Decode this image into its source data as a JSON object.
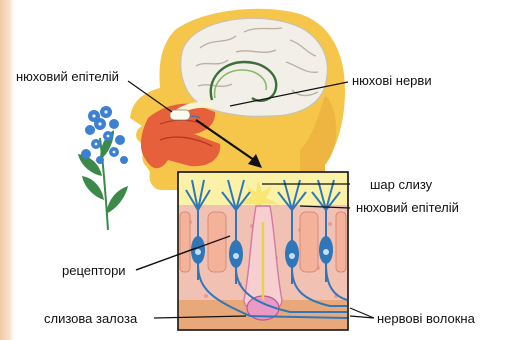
{
  "labels": {
    "olfactory_epithelium_top": "нюховий епітелій",
    "olfactory_nerves": "нюхові нерви",
    "mucus_layer": "шар слизу",
    "olfactory_epithelium_right": "нюховий епітелій",
    "receptors": "рецептори",
    "mucous_gland": "слизова залоза",
    "nerve_fibers": "нервові волокна"
  },
  "colors": {
    "head": "#f6c64a",
    "head_shadow": "#e8a83a",
    "brain": "#f2efe9",
    "nose_cavity": "#e7603c",
    "receptor_cell": "#2f77b8",
    "epithelium_bg": "#f2d2b8",
    "mucus": "#fbf2a8",
    "flower": "#3d7fd0",
    "leaf": "#3c8a4a"
  }
}
